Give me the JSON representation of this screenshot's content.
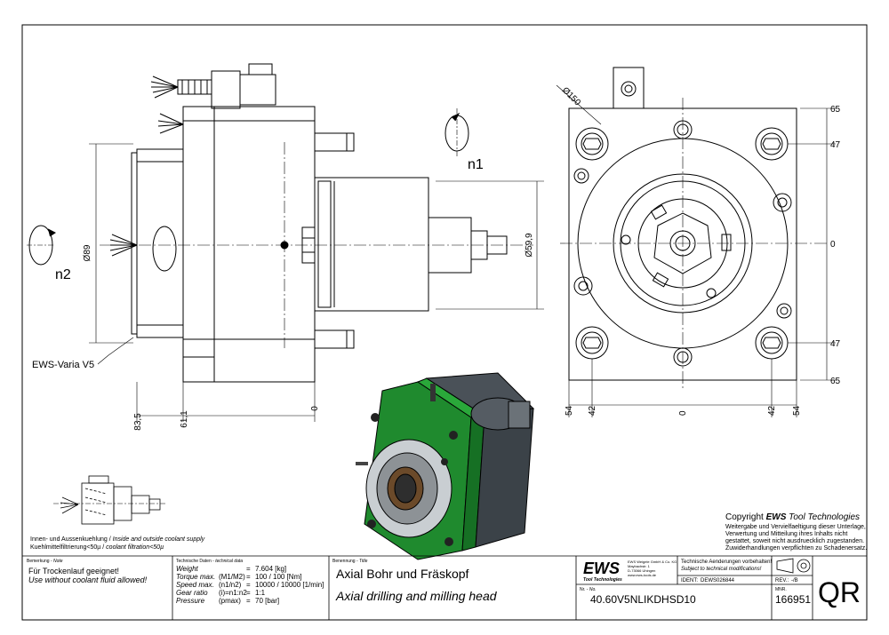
{
  "views": {
    "side_dims": {
      "d89": "Ø89",
      "d59_9": "Ø59,9",
      "d83_5": "83,5",
      "d61_1": "61,1",
      "zero": "0"
    },
    "rotation_labels": {
      "n1": "n1",
      "n2": "n2"
    },
    "label_varia": "EWS-Varia V5",
    "front_dims": {
      "d150": "Ø150",
      "right": [
        "65",
        "47",
        "0",
        "47",
        "65"
      ],
      "bottom": [
        "54",
        "42",
        "0",
        "42",
        "54"
      ]
    },
    "coolant_note_1": "Innen- und Aussenkuehlung / Inside and outside coolant supply",
    "coolant_note_1_plain": "Innen- und Aussenkuehlung / ",
    "coolant_note_1_ital": "Inside and outside coolant supply",
    "coolant_note_2_plain": "Kuehlmittelfiltrierung<50µ / ",
    "coolant_note_2_ital": "coolant filtration<50µ"
  },
  "copyright": {
    "prefix": "Copyright",
    "brand": "EWS",
    "suffix": "Tool Technologies",
    "lines": [
      "Weitergabe und Vervielfaeltigung dieser Unterlage,",
      "Verwertung und Mitteilung ihres Inhalts nicht",
      "gestattet, soweit nicht ausdruecklich zugestanden.",
      "Zuwiderhandlungen verpflichten zu Schadenersatz."
    ]
  },
  "title_block": {
    "note_header_plain": "Bemerkung - ",
    "note_header_ital": "Note",
    "note_de": "Für Trockenlauf geeignet!",
    "note_en": "Use without coolant fluid allowed!",
    "tech_header_plain": "Technische Daten - ",
    "tech_header_ital": "technical data",
    "tech_rows": [
      {
        "label": "Weight",
        "param": "",
        "eq": "=",
        "value": "7.604  [kg]"
      },
      {
        "label": "Torque max.",
        "param": "(M1/M2)",
        "eq": "=",
        "value": "100  /  100  [Nm]"
      },
      {
        "label": "Speed max.",
        "param": "(n1/n2)",
        "eq": "=",
        "value": "10000  /  10000  [1/min]"
      },
      {
        "label": "Gear ratio",
        "param": "(i)=n1:n2",
        "eq": "=",
        "value": "1:1"
      },
      {
        "label": "Pressure",
        "param": "(pmax)",
        "eq": "=",
        "value": "70  [bar]"
      }
    ],
    "title_header_plain": "Benennung - ",
    "title_header_ital": "Title",
    "title_de": "Axial Bohr und Fräskopf",
    "title_en": "Axial drilling and milling head",
    "logo_text": "EWS",
    "logo_sub": "Tool Technologies",
    "company_lines": [
      "EWS Weigele GmbH & Co. KG",
      "Maybachstr. 1",
      "D-73066 Uhingen",
      "www.ews-tools.de"
    ],
    "changes_de": "Technische Aenderungen vorbehalten!",
    "changes_en": "Subject to technical modifications!",
    "ident_label": "IDENT:",
    "ident_value": "DEWS026844",
    "rev_label": "REV.:",
    "rev_value": "-/B",
    "nr_label": "Nr. - ",
    "nr_ital": "No.",
    "nr_value": "40.60V5NLIKDHSD10",
    "mnr_label": "MNR.",
    "mnr_value": "166951",
    "qr": "QR"
  }
}
